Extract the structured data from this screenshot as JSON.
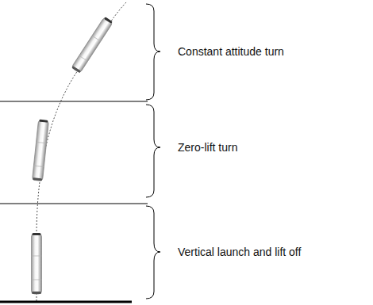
{
  "diagram": {
    "labels": [
      "Constant attitude turn",
      "Zero-lift turn",
      "Vertical launch and lift off"
    ]
  }
}
